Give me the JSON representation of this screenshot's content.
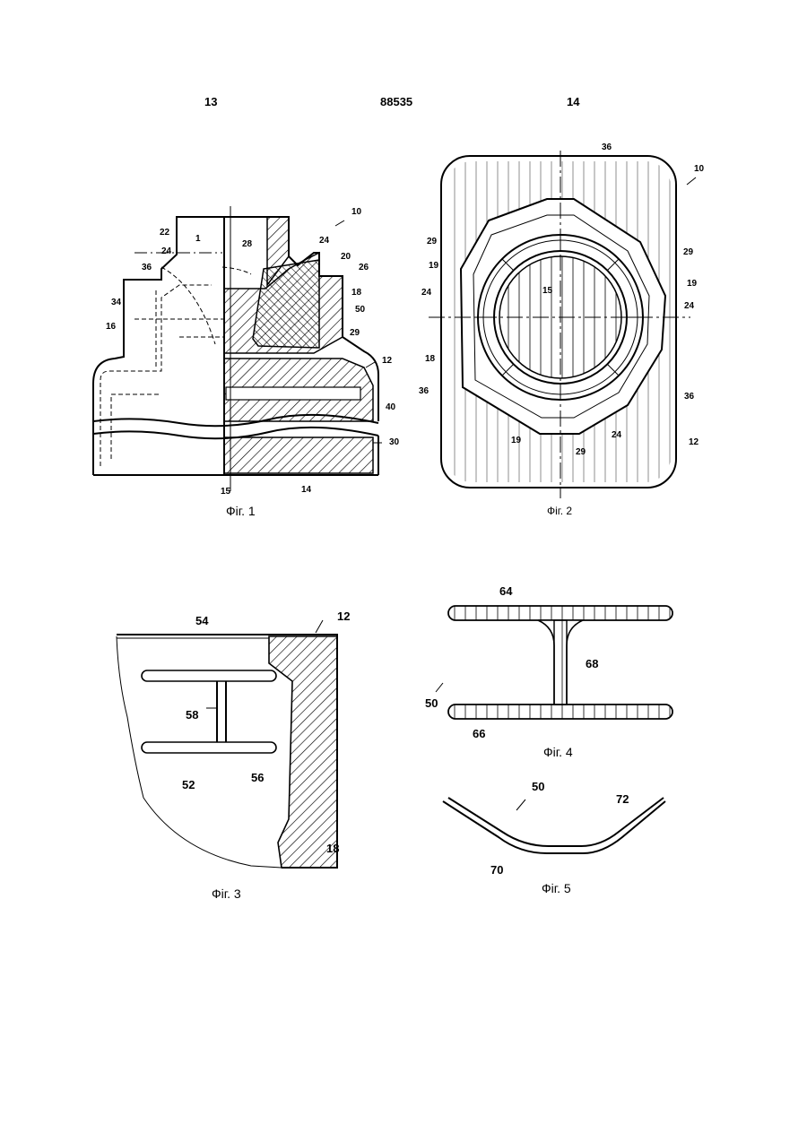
{
  "header": {
    "left": "13",
    "center": "88535",
    "right": "14"
  },
  "fig1": {
    "caption": "Фіг. 1",
    "labels": {
      "l10": "10",
      "l22": "22",
      "l1": "1",
      "l28": "28",
      "l24a": "24",
      "l24b": "24",
      "l20": "20",
      "l36": "36",
      "l26": "26",
      "l18": "18",
      "l34": "34",
      "l50": "50",
      "l16": "16",
      "l29": "29",
      "l12": "12",
      "l40": "40",
      "l30": "30",
      "l15": "15",
      "l14": "14"
    }
  },
  "fig2": {
    "caption": "Фіг. 2",
    "labels": {
      "l36t": "36",
      "l10": "10",
      "l29l": "29",
      "l29r": "29",
      "l19l": "19",
      "l19r": "19",
      "l24l": "24",
      "l15": "15",
      "l24r": "24",
      "l18": "18",
      "l36l": "36",
      "l36r": "36",
      "l19b": "19",
      "l24b": "24",
      "l29b": "29",
      "l12": "12"
    }
  },
  "fig3": {
    "caption": "Фіг. 3",
    "labels": {
      "l54": "54",
      "l12": "12",
      "l58": "58",
      "l52": "52",
      "l56": "56",
      "l18": "18"
    }
  },
  "fig4": {
    "caption": "Фіг. 4",
    "labels": {
      "l64": "64",
      "l68": "68",
      "l50": "50",
      "l66": "66"
    }
  },
  "fig5": {
    "caption": "Фіг. 5",
    "labels": {
      "l50": "50",
      "l72": "72",
      "l70": "70"
    }
  }
}
